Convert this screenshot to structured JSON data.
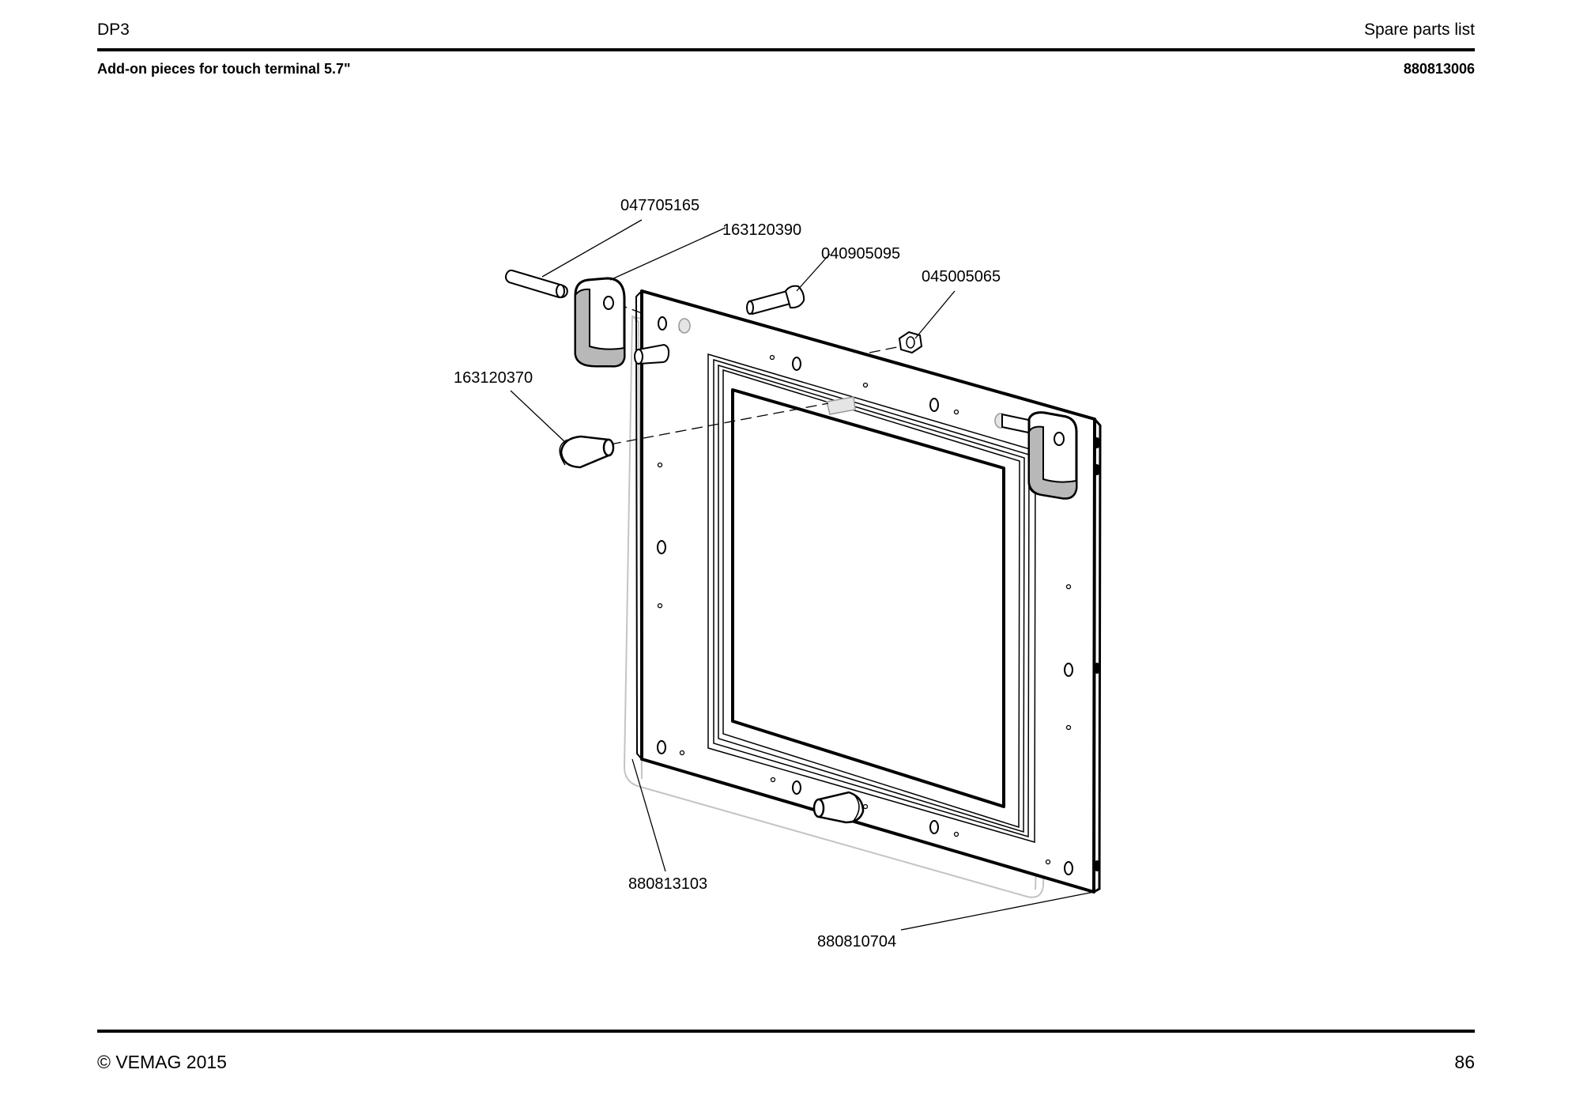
{
  "header": {
    "model": "DP3",
    "doc_type": "Spare parts list",
    "section_title": "Add-on pieces for touch terminal 5.7\"",
    "assembly_number": "880813006"
  },
  "diagram": {
    "callouts": {
      "pin": "047705165",
      "hinge_block": "163120390",
      "screw": "040905095",
      "nut": "045005065",
      "knob": "163120370",
      "cover_frame": "880813103",
      "front_frame": "880810704"
    }
  },
  "footer": {
    "copyright": "© VEMAG 2015",
    "page_number": "86"
  }
}
